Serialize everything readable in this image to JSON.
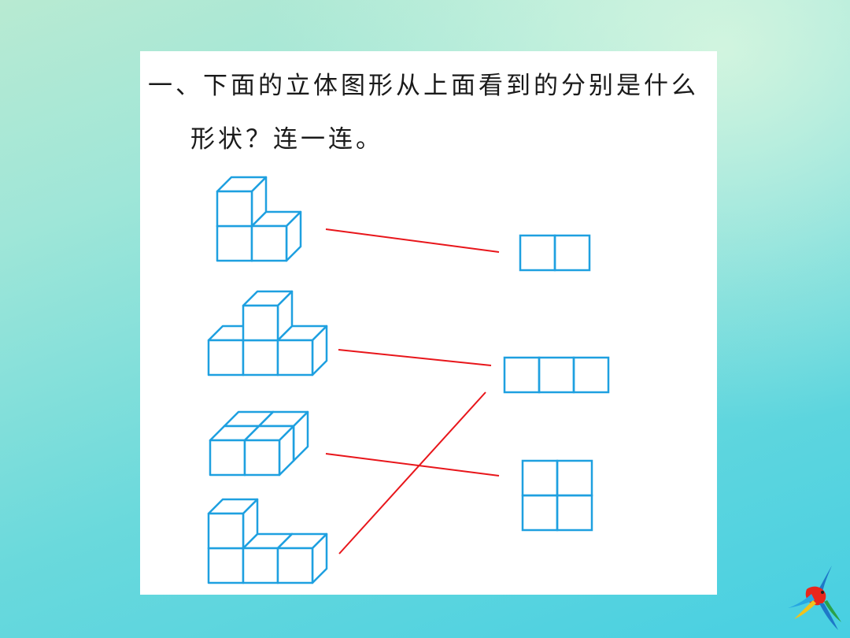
{
  "question": {
    "line1": "一、下面的立体图形从上面看到的分别是什么",
    "line2": "形状？连一连。"
  },
  "colors": {
    "cube_outline": "#1ea0e0",
    "answer_line": "#e8161b",
    "panel": "#ffffff"
  },
  "solids": [
    {
      "name": "solid-1",
      "description_icon": "cube-stack-icon"
    },
    {
      "name": "solid-2",
      "description_icon": "cube-stack-icon"
    },
    {
      "name": "solid-3",
      "description_icon": "cube-stack-icon"
    },
    {
      "name": "solid-4",
      "description_icon": "cube-stack-icon"
    }
  ],
  "top_views": [
    {
      "cols": 2,
      "rows": 1
    },
    {
      "cols": 3,
      "rows": 1
    },
    {
      "cols": 2,
      "rows": 2
    }
  ],
  "matches": [
    {
      "solid": 1,
      "top_view": 1
    },
    {
      "solid": 2,
      "top_view": 2
    },
    {
      "solid": 3,
      "top_view": 3
    },
    {
      "solid": 4,
      "top_view": 2
    }
  ],
  "decoration": {
    "icon": "parrot-icon"
  }
}
